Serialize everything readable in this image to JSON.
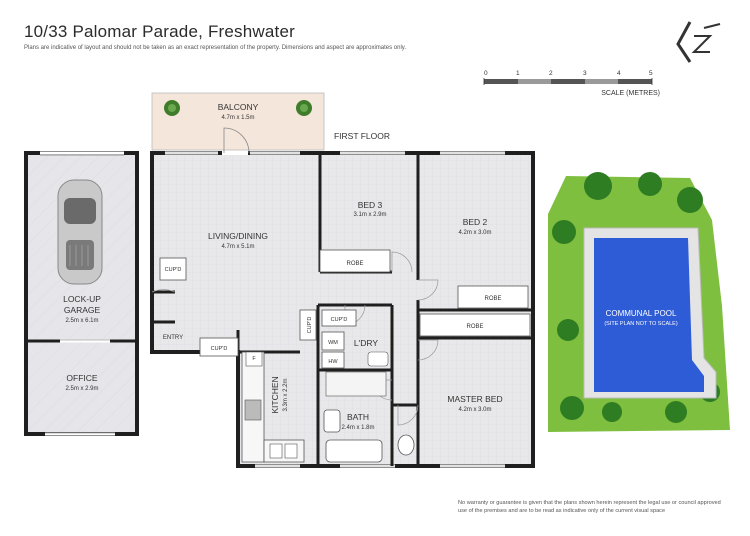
{
  "header": {
    "title": "10/33 Palomar Parade, Freshwater",
    "disclaimer": "Plans are indicative of layout and should not be taken as an exact representation of the property. Dimensions and aspect are approximates only."
  },
  "scale": {
    "ticks": [
      "0",
      "1",
      "2",
      "3",
      "4",
      "5"
    ],
    "label": "SCALE (METRES)"
  },
  "floor_label": "FIRST FLOOR",
  "rooms": {
    "balcony": {
      "name": "BALCONY",
      "dims": "4.7m x 1.5m"
    },
    "living": {
      "name": "LIVING/DINING",
      "dims": "4.7m x 5.1m"
    },
    "bed3": {
      "name": "BED 3",
      "dims": "3.1m x 2.9m"
    },
    "bed2": {
      "name": "BED 2",
      "dims": "4.2m x 3.0m"
    },
    "garage": {
      "name1": "LOCK-UP",
      "name2": "GARAGE",
      "dims": "2.5m x 6.1m"
    },
    "office": {
      "name": "OFFICE",
      "dims": "2.5m x 2.9m"
    },
    "kitchen": {
      "name": "KITCHEN",
      "dims": "3.3m x 2.2m"
    },
    "bath": {
      "name": "BATH",
      "dims": "2.4m x 1.8m"
    },
    "laundry": {
      "name": "L'DRY"
    },
    "master": {
      "name": "MASTER BED",
      "dims": "4.2m x 3.0m"
    },
    "pool": {
      "name": "COMMUNAL POOL",
      "note": "(SITE PLAN NOT TO SCALE)"
    }
  },
  "fixtures": {
    "robe": "ROBE",
    "cupd": "CUP'D",
    "entry": "ENTRY",
    "fridge": "F",
    "wm": "WM",
    "hw": "HW"
  },
  "footer_note": "No warranty or guarantee is given that the plans shown herein represent the legal use or council approved use of the premises and are to be read as indicative only of the current visual space",
  "colors": {
    "wall": "#1f1f1f",
    "floor": "#e9e9ec",
    "balcony": "#f4e6da",
    "pool": "#2e5bd6",
    "grass": "#7fbf3f"
  }
}
